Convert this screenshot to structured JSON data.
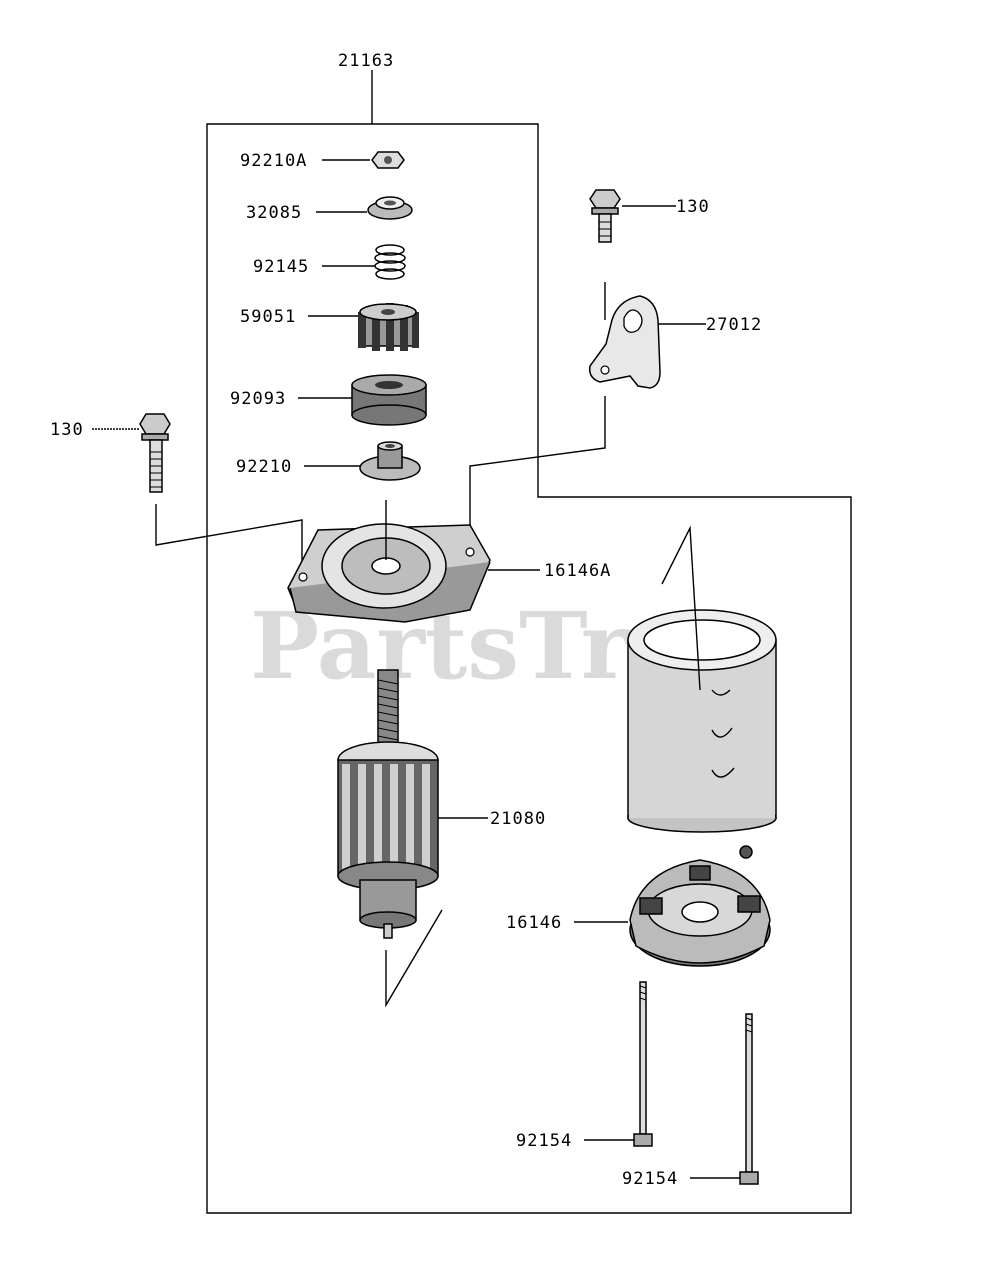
{
  "watermark": "PartsTree",
  "labels": {
    "assembly": "21163",
    "nut": "92210A",
    "collar": "32085",
    "spring": "92145",
    "pinion": "59051",
    "washer": "92093",
    "pinion_nut": "92210",
    "bolt_left": "130",
    "bolt_right": "130",
    "bracket": "27012",
    "front_cover": "16146A",
    "armature": "21080",
    "rear_cover": "16146",
    "through_bolt_1": "92154",
    "through_bolt_2": "92154"
  }
}
